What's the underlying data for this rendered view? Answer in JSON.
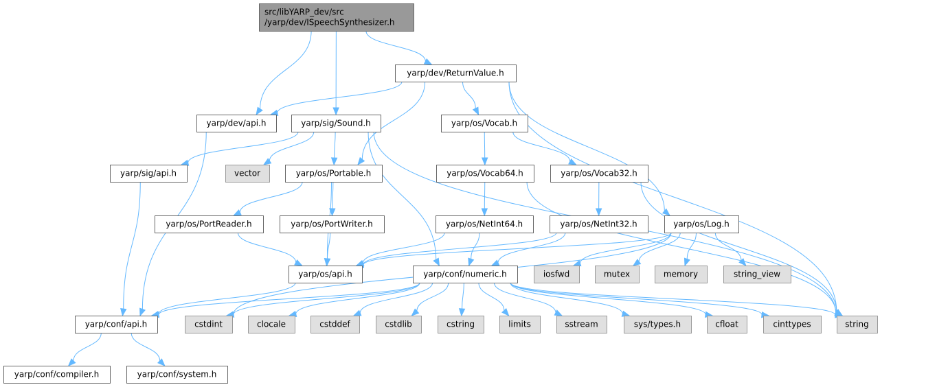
{
  "diagram": {
    "title": "Include dependency graph for ISpeechSynthesizer.h",
    "colors": {
      "edge": "#63b8ff",
      "root_fill": "#999999",
      "local_fill": "#ffffff",
      "system_fill": "#e0e0e0",
      "border": "#666666"
    },
    "nodes": [
      {
        "id": "root",
        "kind": "root",
        "lines": [
          "src/libYARP_dev/src",
          "/yarp/dev/ISpeechSynthesizer.h"
        ]
      },
      {
        "id": "returnvalue",
        "kind": "local",
        "lines": [
          "yarp/dev/ReturnValue.h"
        ]
      },
      {
        "id": "devapi",
        "kind": "local",
        "lines": [
          "yarp/dev/api.h"
        ]
      },
      {
        "id": "sound",
        "kind": "local",
        "lines": [
          "yarp/sig/Sound.h"
        ]
      },
      {
        "id": "vocab",
        "kind": "local",
        "lines": [
          "yarp/os/Vocab.h"
        ]
      },
      {
        "id": "sigapi",
        "kind": "local",
        "lines": [
          "yarp/sig/api.h"
        ]
      },
      {
        "id": "vector",
        "kind": "system",
        "lines": [
          "vector"
        ]
      },
      {
        "id": "portable",
        "kind": "local",
        "lines": [
          "yarp/os/Portable.h"
        ]
      },
      {
        "id": "vocab64",
        "kind": "local",
        "lines": [
          "yarp/os/Vocab64.h"
        ]
      },
      {
        "id": "vocab32",
        "kind": "local",
        "lines": [
          "yarp/os/Vocab32.h"
        ]
      },
      {
        "id": "portreader",
        "kind": "local",
        "lines": [
          "yarp/os/PortReader.h"
        ]
      },
      {
        "id": "portwriter",
        "kind": "local",
        "lines": [
          "yarp/os/PortWriter.h"
        ]
      },
      {
        "id": "netint64",
        "kind": "local",
        "lines": [
          "yarp/os/NetInt64.h"
        ]
      },
      {
        "id": "netint32",
        "kind": "local",
        "lines": [
          "yarp/os/NetInt32.h"
        ]
      },
      {
        "id": "log",
        "kind": "local",
        "lines": [
          "yarp/os/Log.h"
        ]
      },
      {
        "id": "osapi",
        "kind": "local",
        "lines": [
          "yarp/os/api.h"
        ]
      },
      {
        "id": "numeric",
        "kind": "local",
        "lines": [
          "yarp/conf/numeric.h"
        ]
      },
      {
        "id": "iosfwd",
        "kind": "system",
        "lines": [
          "iosfwd"
        ]
      },
      {
        "id": "mutex",
        "kind": "system",
        "lines": [
          "mutex"
        ]
      },
      {
        "id": "memory",
        "kind": "system",
        "lines": [
          "memory"
        ]
      },
      {
        "id": "string_view",
        "kind": "system",
        "lines": [
          "string_view"
        ]
      },
      {
        "id": "confapi",
        "kind": "local",
        "lines": [
          "yarp/conf/api.h"
        ]
      },
      {
        "id": "cstdint",
        "kind": "system",
        "lines": [
          "cstdint"
        ]
      },
      {
        "id": "clocale",
        "kind": "system",
        "lines": [
          "clocale"
        ]
      },
      {
        "id": "cstddef",
        "kind": "system",
        "lines": [
          "cstddef"
        ]
      },
      {
        "id": "cstdlib",
        "kind": "system",
        "lines": [
          "cstdlib"
        ]
      },
      {
        "id": "cstring",
        "kind": "system",
        "lines": [
          "cstring"
        ]
      },
      {
        "id": "limits",
        "kind": "system",
        "lines": [
          "limits"
        ]
      },
      {
        "id": "sstream",
        "kind": "system",
        "lines": [
          "sstream"
        ]
      },
      {
        "id": "systypes",
        "kind": "system",
        "lines": [
          "sys/types.h"
        ]
      },
      {
        "id": "cfloat",
        "kind": "system",
        "lines": [
          "cfloat"
        ]
      },
      {
        "id": "cinttypes",
        "kind": "system",
        "lines": [
          "cinttypes"
        ]
      },
      {
        "id": "string",
        "kind": "system",
        "lines": [
          "string"
        ]
      },
      {
        "id": "compiler",
        "kind": "local",
        "lines": [
          "yarp/conf/compiler.h"
        ]
      },
      {
        "id": "system",
        "kind": "local",
        "lines": [
          "yarp/conf/system.h"
        ]
      }
    ],
    "edges": [
      [
        "root",
        "devapi"
      ],
      [
        "root",
        "sound"
      ],
      [
        "root",
        "returnvalue"
      ],
      [
        "returnvalue",
        "devapi"
      ],
      [
        "returnvalue",
        "portable"
      ],
      [
        "returnvalue",
        "vocab"
      ],
      [
        "returnvalue",
        "log"
      ],
      [
        "returnvalue",
        "string"
      ],
      [
        "devapi",
        "confapi"
      ],
      [
        "sound",
        "sigapi"
      ],
      [
        "sound",
        "vector"
      ],
      [
        "sound",
        "portable"
      ],
      [
        "sound",
        "numeric"
      ],
      [
        "sound",
        "string"
      ],
      [
        "sigapi",
        "confapi"
      ],
      [
        "vocab",
        "vocab64"
      ],
      [
        "vocab",
        "vocab32"
      ],
      [
        "portable",
        "osapi"
      ],
      [
        "portable",
        "portreader"
      ],
      [
        "portable",
        "portwriter"
      ],
      [
        "vocab64",
        "netint64"
      ],
      [
        "vocab64",
        "string"
      ],
      [
        "vocab32",
        "netint32"
      ],
      [
        "vocab32",
        "string"
      ],
      [
        "portreader",
        "osapi"
      ],
      [
        "portwriter",
        "osapi"
      ],
      [
        "netint64",
        "osapi"
      ],
      [
        "netint64",
        "numeric"
      ],
      [
        "netint32",
        "osapi"
      ],
      [
        "netint32",
        "numeric"
      ],
      [
        "log",
        "osapi"
      ],
      [
        "log",
        "cstdint"
      ],
      [
        "log",
        "iosfwd"
      ],
      [
        "log",
        "mutex"
      ],
      [
        "log",
        "memory"
      ],
      [
        "log",
        "string_view"
      ],
      [
        "osapi",
        "confapi"
      ],
      [
        "numeric",
        "confapi"
      ],
      [
        "numeric",
        "cstdint"
      ],
      [
        "numeric",
        "clocale"
      ],
      [
        "numeric",
        "cstddef"
      ],
      [
        "numeric",
        "cstdlib"
      ],
      [
        "numeric",
        "cstring"
      ],
      [
        "numeric",
        "limits"
      ],
      [
        "numeric",
        "sstream"
      ],
      [
        "numeric",
        "systypes"
      ],
      [
        "numeric",
        "cfloat"
      ],
      [
        "numeric",
        "cinttypes"
      ],
      [
        "numeric",
        "string"
      ],
      [
        "confapi",
        "compiler"
      ],
      [
        "confapi",
        "system"
      ]
    ]
  }
}
